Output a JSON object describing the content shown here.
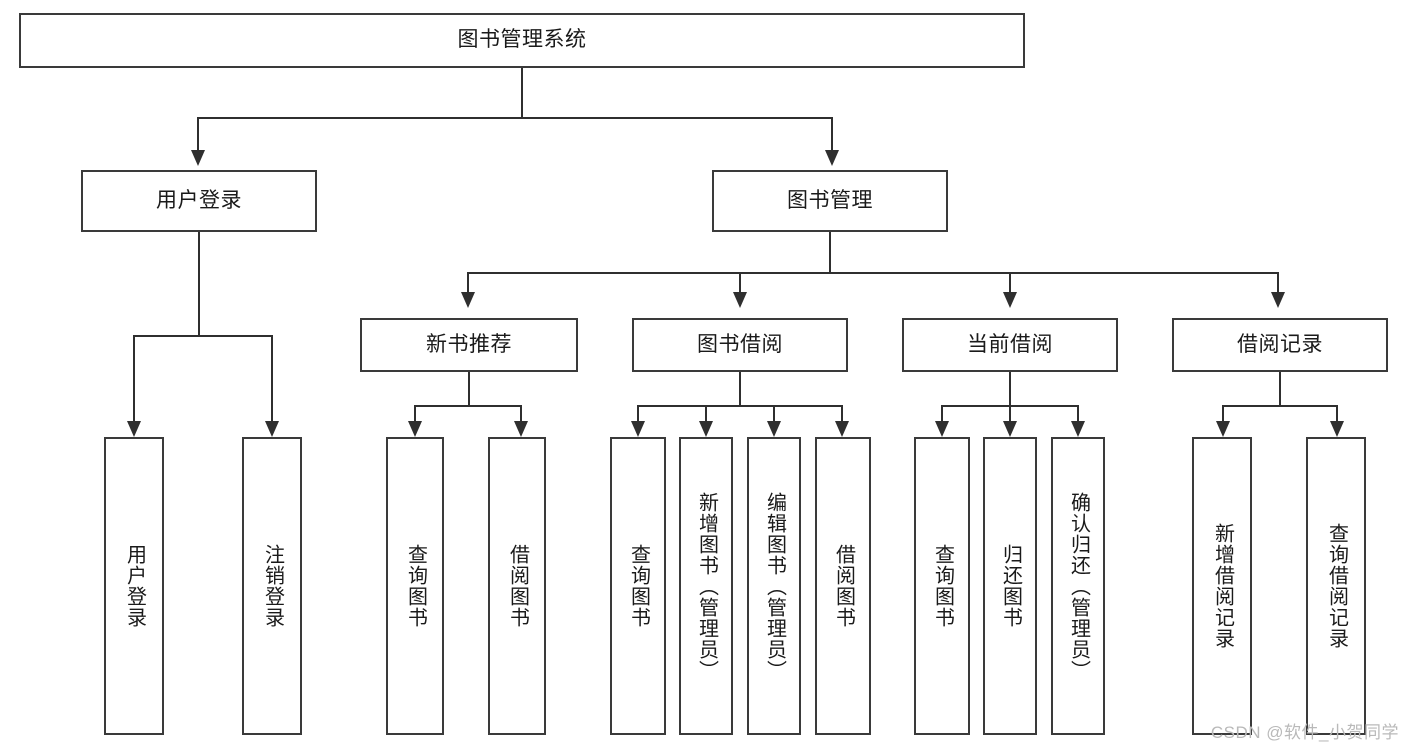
{
  "diagram": {
    "title": "图书管理系统",
    "type": "hierarchy-tree",
    "root": {
      "label": "图书管理系统"
    },
    "level2": [
      {
        "label": "用户登录"
      },
      {
        "label": "图书管理"
      }
    ],
    "level3": [
      {
        "label": "新书推荐"
      },
      {
        "label": "图书借阅"
      },
      {
        "label": "当前借阅"
      },
      {
        "label": "借阅记录"
      }
    ],
    "leaves": {
      "user_login": [
        {
          "label": "用户登录"
        },
        {
          "label": "注销登录"
        }
      ],
      "new_book_recommend": [
        {
          "label": "查询图书"
        },
        {
          "label": "借阅图书"
        }
      ],
      "book_borrow": [
        {
          "label": "查询图书"
        },
        {
          "label": "新增图书（管理员）"
        },
        {
          "label": "编辑图书（管理员）"
        },
        {
          "label": "借阅图书"
        }
      ],
      "current_borrow": [
        {
          "label": "查询图书"
        },
        {
          "label": "归还图书"
        },
        {
          "label": "确认归还（管理员）"
        }
      ],
      "borrow_record": [
        {
          "label": "新增借阅记录"
        },
        {
          "label": "查询借阅记录"
        }
      ]
    }
  },
  "watermark": {
    "text": "CSDN @软件_小贺同学"
  },
  "colors": {
    "border": "#3a3a3a",
    "line": "#2f2f2f",
    "text": "#1a1a1a",
    "background": "#ffffff",
    "watermark": "#b9b9b9"
  }
}
